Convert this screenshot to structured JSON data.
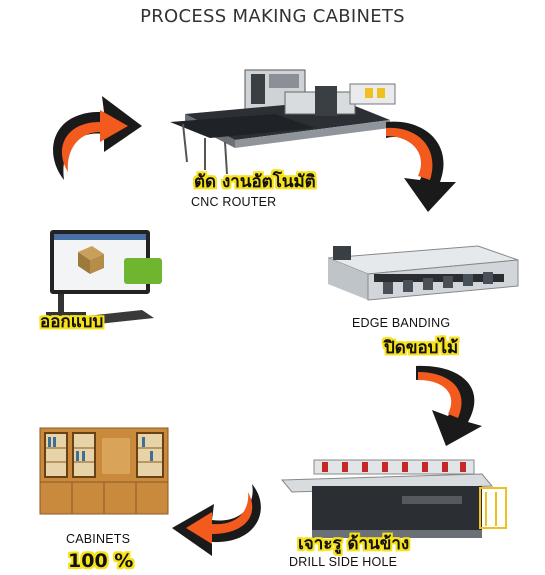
{
  "title": "PROCESS MAKING CABINETS",
  "steps": [
    {
      "label": "CNC ROUTER",
      "thai": "ตัด งานอัตโนมัติ"
    },
    {
      "label": "EDGE BANDING",
      "thai": "ปิดขอบไม้"
    },
    {
      "label": "DRILL SIDE HOLE",
      "thai": "เจาะรู ด้านข้าง"
    },
    {
      "label": "CABINETS",
      "thai": "100 %"
    },
    {
      "label": "",
      "thai": "ออกแบบ"
    }
  ],
  "colors": {
    "arrow_orange": "#f25a1e",
    "arrow_black": "#1a1a1a",
    "highlight": "#f7e21a"
  }
}
